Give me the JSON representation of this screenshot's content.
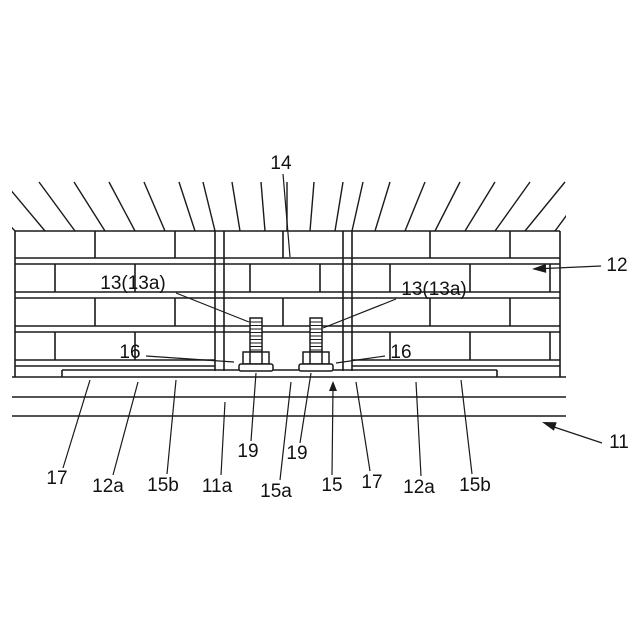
{
  "figure": {
    "type": "patent-cross-section-drawing",
    "colors": {
      "ink": "#1a1a1a",
      "background": "#ffffff"
    },
    "labels": {
      "ref14": "14",
      "ref12": "12",
      "ref13_left": "13(13a)",
      "ref13_right": "13(13a)",
      "ref16_left": "16",
      "ref16_right": "16",
      "ref19_left": "19",
      "ref19_right": "19",
      "ref17_left": "17",
      "ref12a_left": "12a",
      "ref15b_left": "15b",
      "ref11a": "11a",
      "ref15a": "15a",
      "ref15": "15",
      "ref17_right": "17",
      "ref12a_right": "12a",
      "ref15b_right": "15b",
      "ref11": "11"
    }
  }
}
